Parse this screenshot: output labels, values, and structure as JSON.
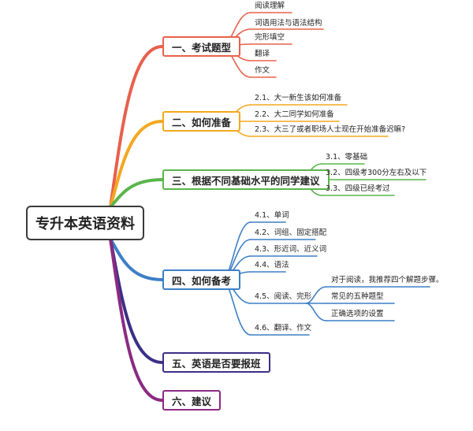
{
  "root": {
    "label": "专升本英语资料"
  },
  "branches": [
    {
      "label": "一、考试题型",
      "color": "#e8604c",
      "children": [
        "阅读理解",
        "词语用法与语法结构",
        "完形填空",
        "翻译",
        "作文"
      ]
    },
    {
      "label": "二、如何准备",
      "color": "#f3a81f",
      "children": [
        "2.1、大一新生该如何准备",
        "2.2、大二同学如何准备",
        "2.3、大三了或者职场人士现在开始准备迟嘛?"
      ]
    },
    {
      "label": "三、根据不同基础水平的同学建议",
      "color": "#5ab54b",
      "children": [
        "3.1、零基础",
        "3.2、四级考300分左右及以下",
        "3.3、四级已经考过"
      ]
    },
    {
      "label": "四、如何备考",
      "color": "#3d7fc6",
      "children": [
        "4.1、单词",
        "4.2、词组、固定搭配",
        "4.3、形近词、近义词",
        "4.4、语法",
        "4.5、阅读、完形",
        "4.6、翻译、作文"
      ],
      "subchildren": [
        "对于阅读，我推荐四个解题步骤。",
        "常见的五种题型",
        "正确选项的设置"
      ]
    },
    {
      "label": "五、英语是否要报班",
      "color": "#3b2f86",
      "children": []
    },
    {
      "label": "六、建议",
      "color": "#8a2b82",
      "children": []
    }
  ]
}
